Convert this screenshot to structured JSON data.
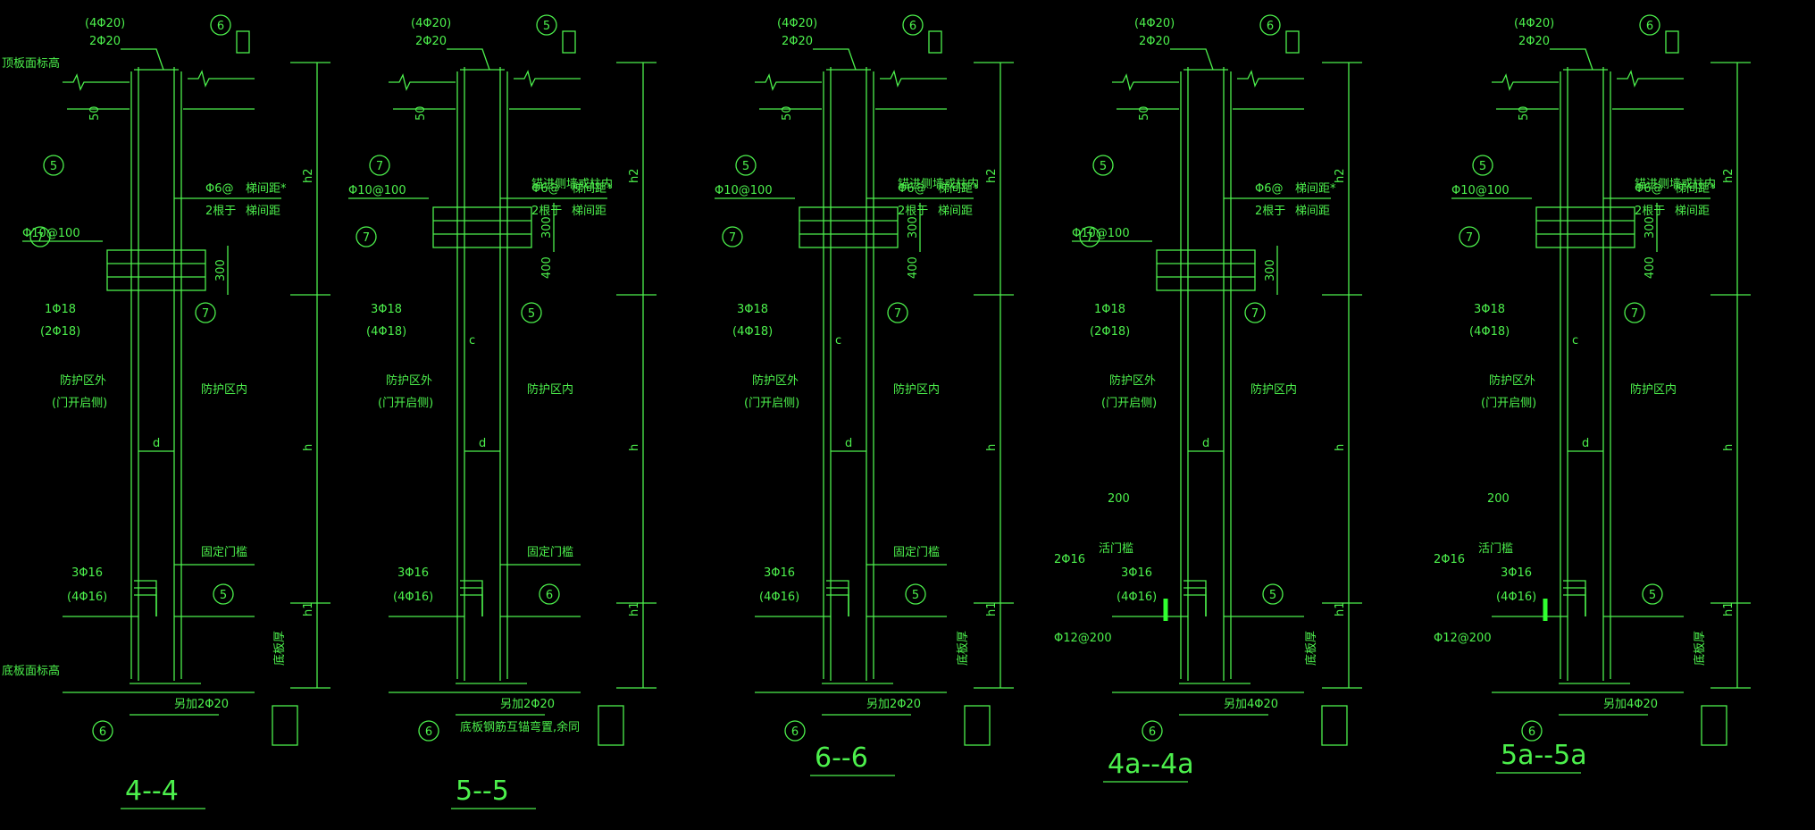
{
  "sections": [
    {
      "title": "4--4",
      "labels": {
        "top_bars": "(4Φ20)",
        "top_bars2": "2Φ20",
        "ties": "Φ6@",
        "ties_tail": "梯间距*",
        "hooks": "2根于",
        "hooks_tail": "梯间距",
        "stirrup": "Φ10@100",
        "bar_mid": "1Φ18",
        "bar_mid2": "(2Φ18)",
        "outside": "防护区外",
        "outside2": "(门开启侧)",
        "inside": "防护区内",
        "bottom_bars": "3Φ16",
        "bottom_bars2": "(4Φ16)",
        "door": "固定门槛",
        "bottom_add": "另加2Φ20",
        "top_face": "顶板面标高",
        "bottom_face": "底板面标高",
        "floor": "底板厚"
      },
      "dims": {
        "d": "d",
        "h": "h",
        "h1": "h1",
        "h2": "h2",
        "d300": "300",
        "d50": "50"
      },
      "callouts": [
        "6",
        "5",
        "7",
        "7",
        "5",
        "6"
      ]
    },
    {
      "title": "5--5",
      "labels": {
        "top_bars": "(4Φ20)",
        "top_bars2": "2Φ20",
        "ties": "Φ6@",
        "ties_tail": "梯间距*",
        "hooks": "2根于",
        "hooks_tail": "梯间距",
        "anchor": "锚进侧墙或柱内",
        "stirrup": "Φ10@100",
        "bar_mid": "3Φ18",
        "bar_mid2": "(4Φ18)",
        "outside": "防护区外",
        "outside2": "(门开启侧)",
        "inside": "防护区内",
        "bottom_bars": "3Φ16",
        "bottom_bars2": "(4Φ16)",
        "door": "固定门槛",
        "bottom_add": "另加2Φ20",
        "bottom_note": "底板钢筋互锚弯置,余同"
      },
      "dims": {
        "c": "c",
        "d": "d",
        "h": "h",
        "h1": "h1",
        "h2": "h2",
        "d300": "300",
        "d400": "400",
        "d50": "50"
      },
      "callouts": [
        "5",
        "7",
        "7",
        "5",
        "6",
        "6"
      ]
    },
    {
      "title": "6--6",
      "labels": {
        "top_bars": "(4Φ20)",
        "top_bars2": "2Φ20",
        "ties": "Φ6@",
        "ties_tail": "梯间距*",
        "hooks": "2根于",
        "hooks_tail": "梯间距",
        "anchor": "锚进侧墙或柱内",
        "stirrup": "Φ10@100",
        "bar_mid": "3Φ18",
        "bar_mid2": "(4Φ18)",
        "outside": "防护区外",
        "outside2": "(门开启侧)",
        "inside": "防护区内",
        "bottom_bars": "3Φ16",
        "bottom_bars2": "(4Φ16)",
        "door": "固定门槛",
        "bottom_add": "另加2Φ20",
        "floor": "底板厚"
      },
      "dims": {
        "c": "c",
        "d": "d",
        "h": "h",
        "h1": "h1",
        "h2": "h2",
        "d300": "300",
        "d400": "400",
        "d50": "50"
      },
      "callouts": [
        "6",
        "5",
        "7",
        "7",
        "5",
        "6"
      ]
    },
    {
      "title": "4a--4a",
      "labels": {
        "top_bars": "(4Φ20)",
        "top_bars2": "2Φ20",
        "ties": "Φ6@",
        "ties_tail": "梯间距*",
        "hooks": "2根于",
        "hooks_tail": "梯间距",
        "stirrup": "Φ10@100",
        "bar_mid": "1Φ18",
        "bar_mid2": "(2Φ18)",
        "outside": "防护区外",
        "outside2": "(门开启侧)",
        "inside": "防护区内",
        "d200": "200",
        "sill": "活门槛",
        "left_bars": "2Φ16",
        "bottom_bars": "3Φ16",
        "bottom_bars2": "(4Φ16)",
        "floor_bars": "Φ12@200",
        "bottom_add": "另加4Φ20",
        "floor": "底板厚"
      },
      "dims": {
        "d": "d",
        "h": "h",
        "h1": "h1",
        "h2": "h2",
        "d300": "300",
        "d50": "50"
      },
      "callouts": [
        "6",
        "5",
        "7",
        "7",
        "5",
        "6"
      ]
    },
    {
      "title": "5a--5a",
      "labels": {
        "top_bars": "(4Φ20)",
        "top_bars2": "2Φ20",
        "ties": "Φ6@",
        "ties_tail": "梯间距*",
        "hooks": "2根于",
        "hooks_tail": "梯间距",
        "anchor": "锚进侧墙或柱内",
        "stirrup": "Φ10@100",
        "bar_mid": "3Φ18",
        "bar_mid2": "(4Φ18)",
        "outside": "防护区外",
        "outside2": "(门开启侧)",
        "inside": "防护区内",
        "d200": "200",
        "sill": "活门槛",
        "left_bars": "2Φ16",
        "bottom_bars": "3Φ16",
        "bottom_bars2": "(4Φ16)",
        "floor_bars": "Φ12@200",
        "bottom_add": "另加4Φ20",
        "floor": "底板厚"
      },
      "dims": {
        "c": "c",
        "d": "d",
        "h": "h",
        "h1": "h1",
        "h2": "h2",
        "d300": "300",
        "d400": "400",
        "d50": "50"
      },
      "callouts": [
        "6",
        "5",
        "7",
        "7",
        "5",
        "6"
      ]
    }
  ]
}
